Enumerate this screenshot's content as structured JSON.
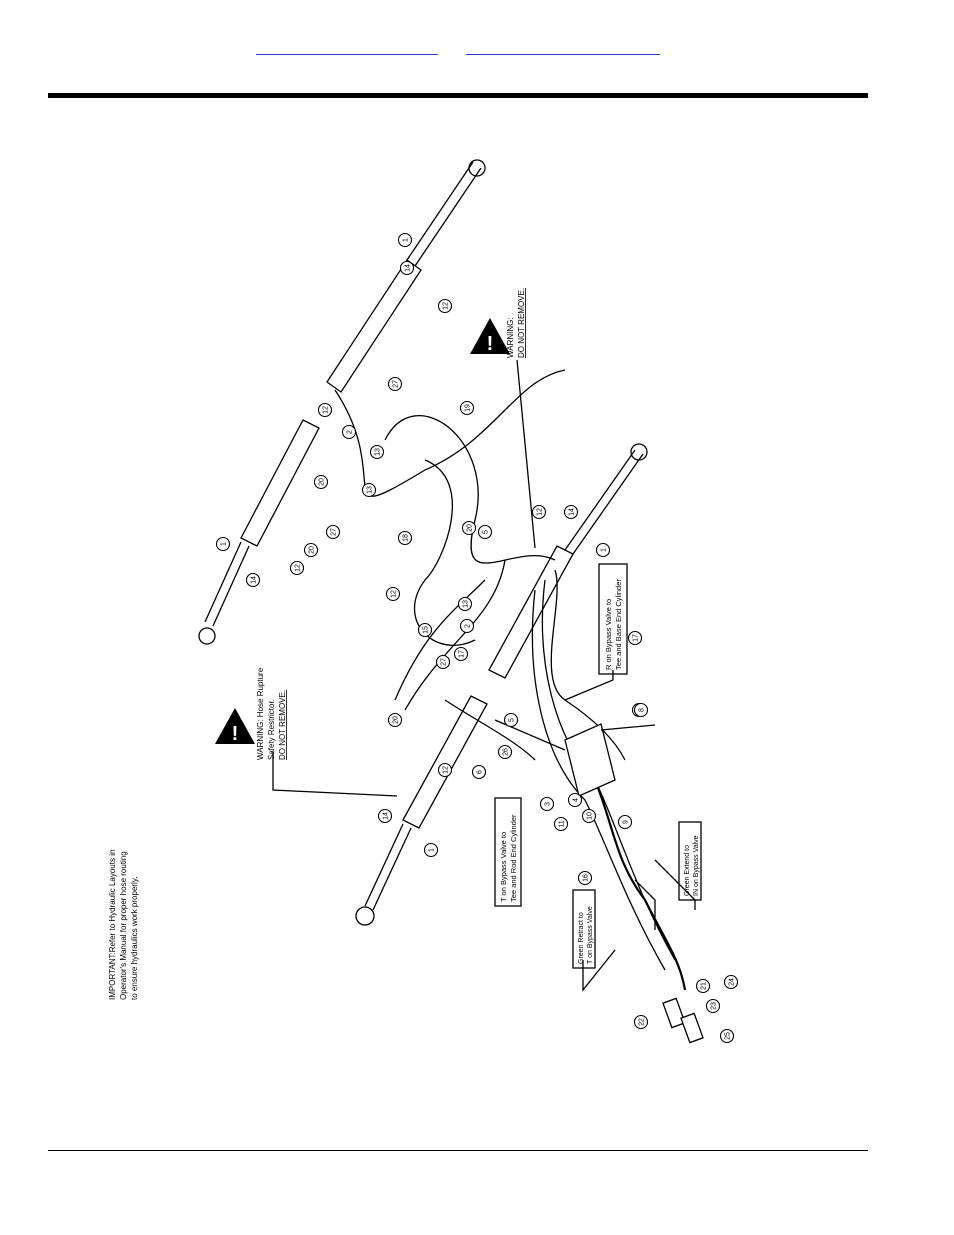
{
  "header": {
    "links": [
      {
        "label": ""
      },
      {
        "label": ""
      }
    ]
  },
  "notes": {
    "important": [
      "IMPORTANT:Refer to Hydraulic Layouts in",
      "Operator's Manual for proper hose routing",
      "to ensure hydraulics work properly."
    ],
    "warning_left": [
      "WARNING: Hose Rupture",
      "Safety Restrictor.",
      "DO NOT REMOVE."
    ],
    "warning_right": [
      "WARNING:",
      "DO NOT REMOVE."
    ],
    "callout_r": [
      "R on Bypass Valve to",
      "Tee and Base End Cylinder"
    ],
    "callout_t": [
      "T on Bypass Valve to",
      "Tee and Rod End Cylinder"
    ],
    "callout_retract": [
      "Green Retract to",
      "T on Bypass Valve"
    ],
    "callout_extend": [
      "Green Extend to",
      "IN on Bypass Valve"
    ]
  },
  "balloons": [
    "1",
    "1",
    "1",
    "1",
    "2",
    "2",
    "3",
    "4",
    "5",
    "5",
    "6",
    "7",
    "8",
    "9",
    "10",
    "11",
    "12",
    "12",
    "12",
    "12",
    "12",
    "12",
    "13",
    "13",
    "13",
    "14",
    "14",
    "14",
    "14",
    "15",
    "16",
    "17",
    "17",
    "18",
    "19",
    "20",
    "20",
    "20",
    "20",
    "21",
    "22",
    "23",
    "24",
    "25",
    "26",
    "27",
    "27",
    "27"
  ],
  "colors": {
    "link": "#2a3fd0",
    "ink": "#000000"
  },
  "icons": [
    "warning-triangle-icon"
  ]
}
